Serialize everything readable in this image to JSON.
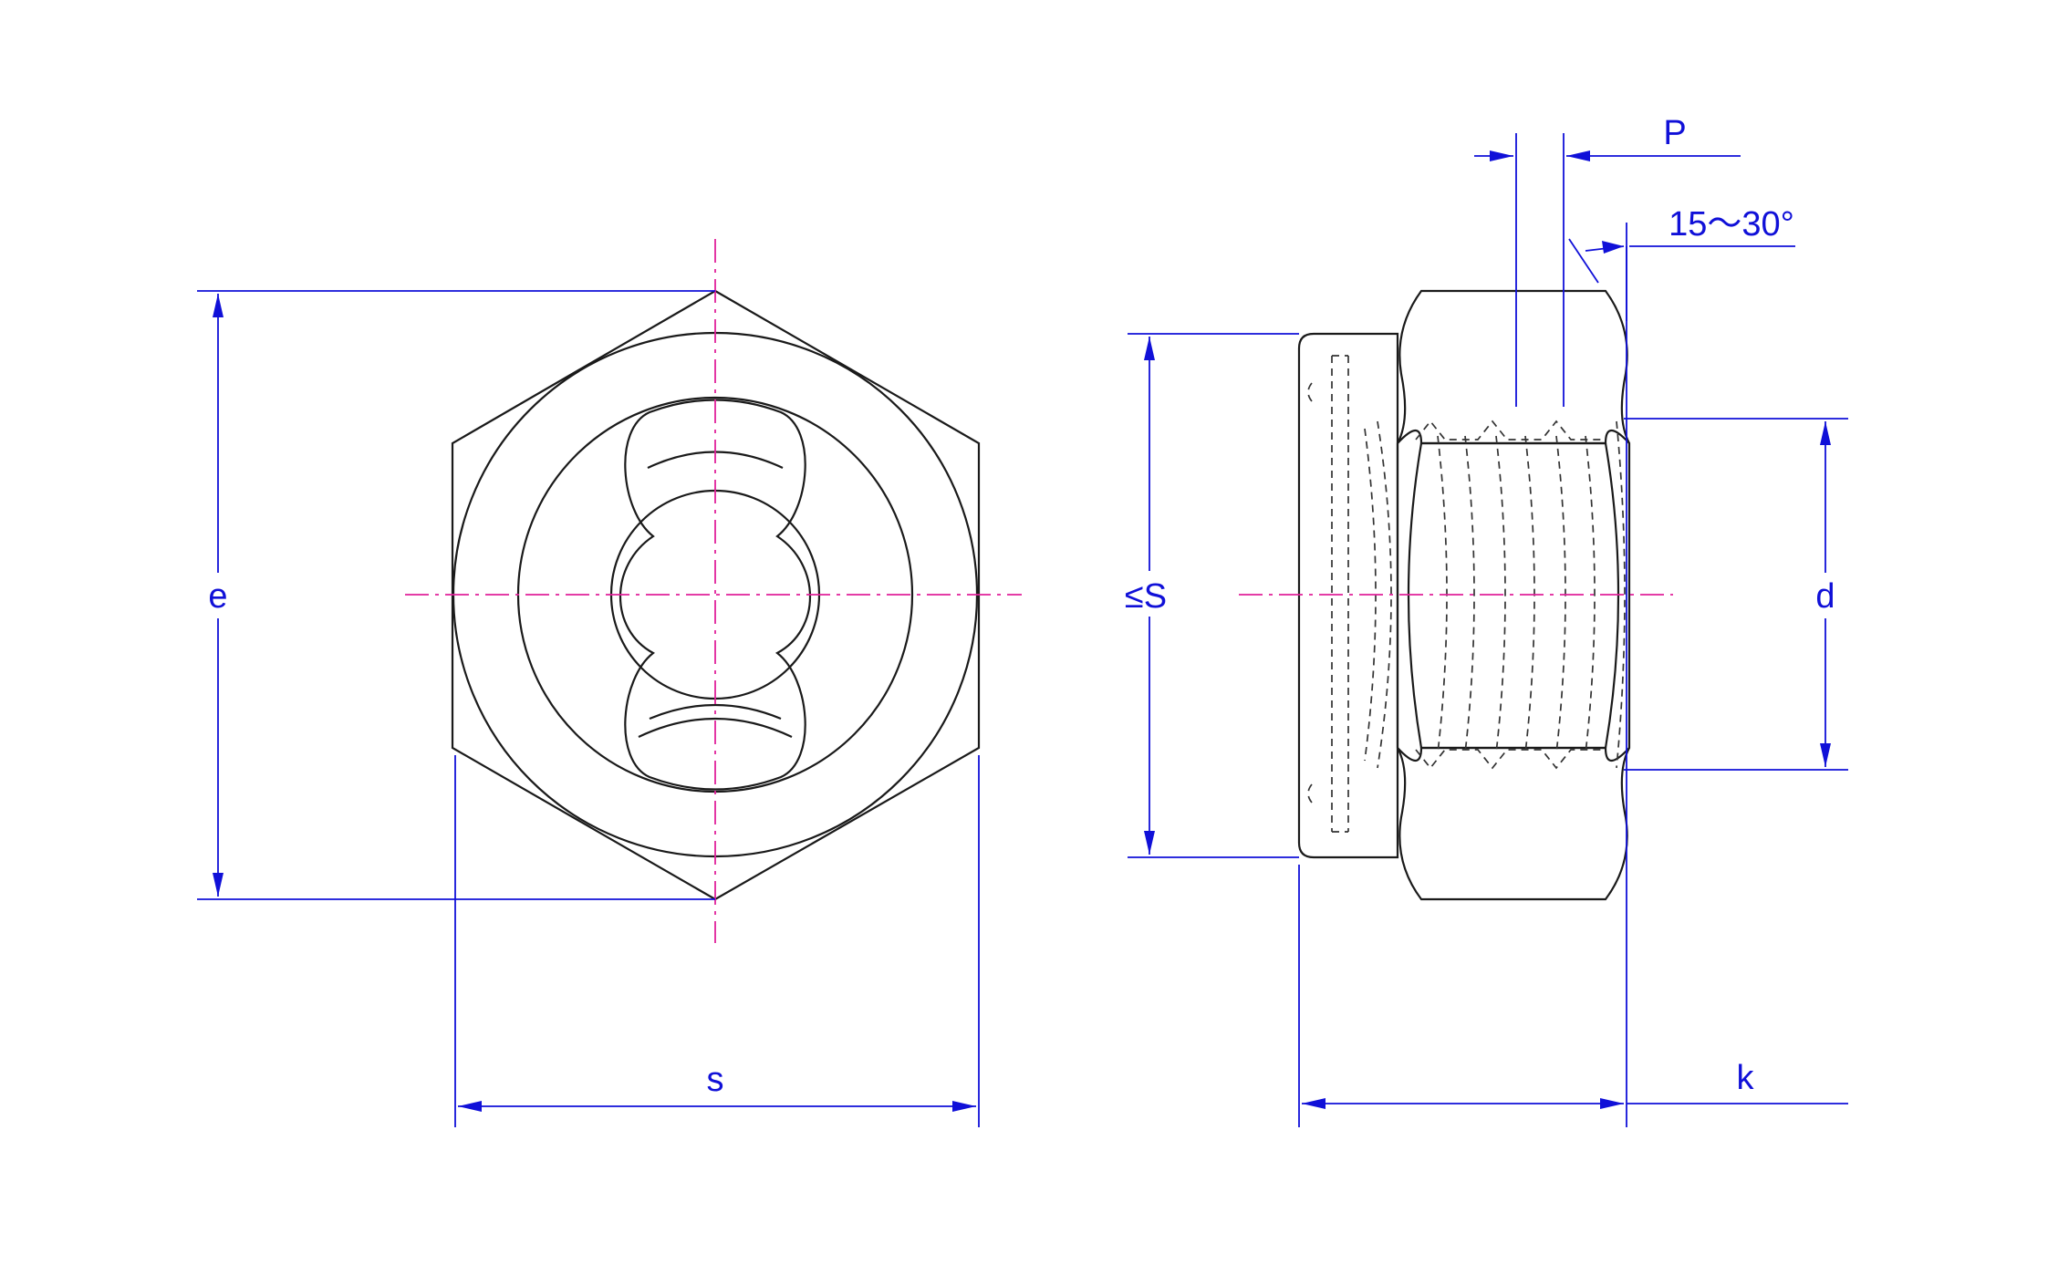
{
  "drawing": {
    "front_view": {
      "labels": {
        "e": "e",
        "s": "s"
      }
    },
    "side_view": {
      "labels": {
        "S": "≤S",
        "d": "d",
        "k": "k",
        "P": "P",
        "angle": "15～30°"
      }
    }
  },
  "colors": {
    "outline": "#1a1a1a",
    "dimension": "#1010d8",
    "centerline": "#e0209a",
    "hidden": "#333333",
    "background": "#ffffff"
  }
}
